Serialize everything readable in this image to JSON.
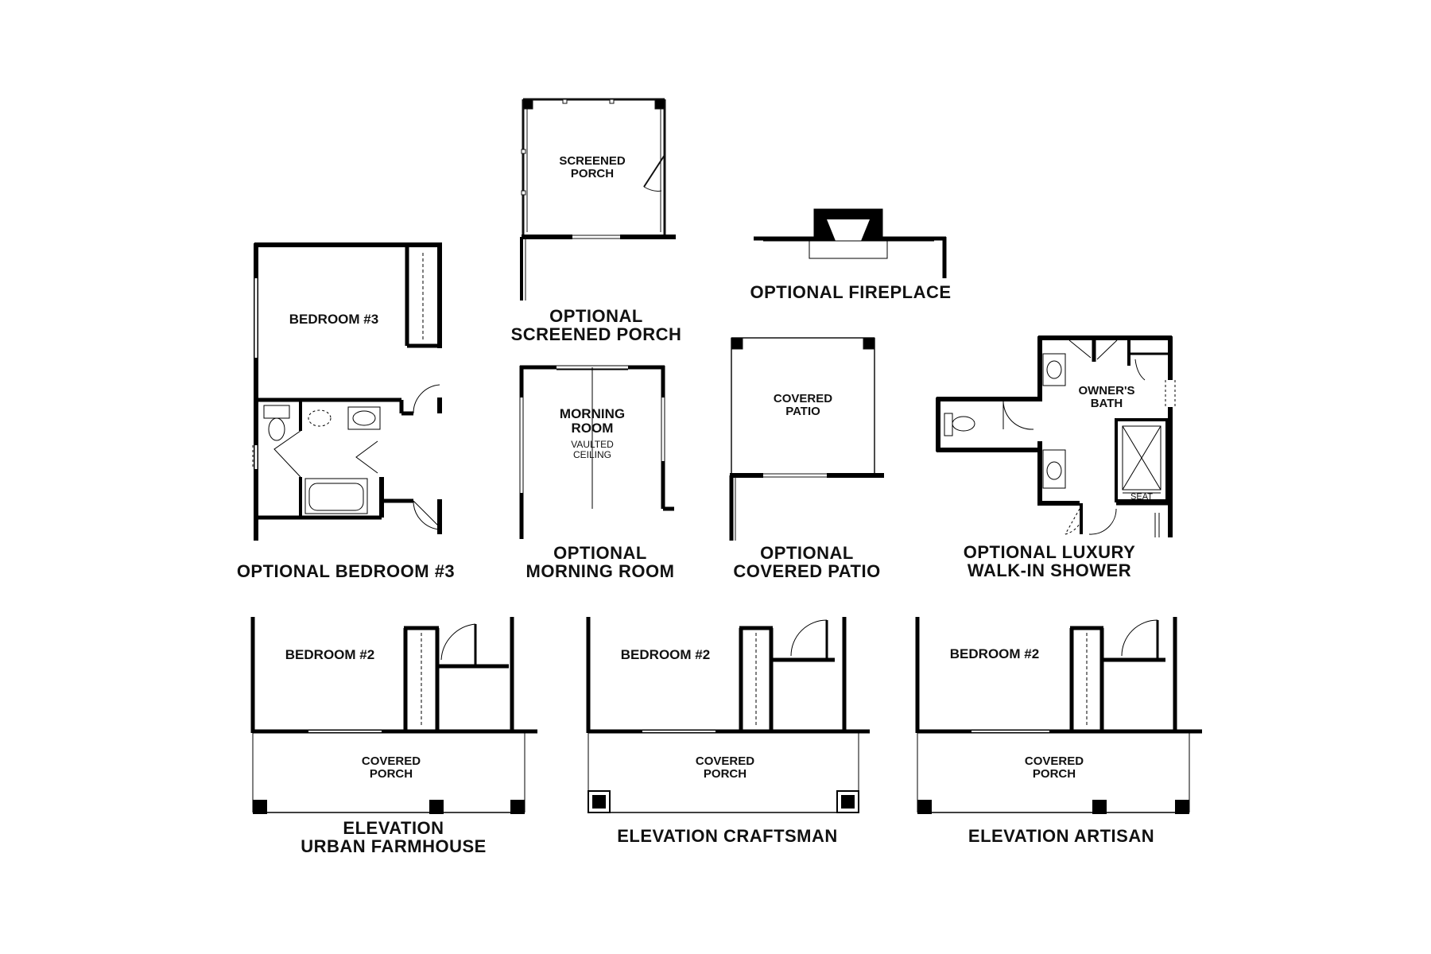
{
  "colors": {
    "wall": "#000000",
    "line": "#111111",
    "background": "#ffffff"
  },
  "screened_porch": {
    "room": [
      "SCREENED",
      "PORCH"
    ],
    "caption": [
      "OPTIONAL",
      "SCREENED PORCH"
    ]
  },
  "fireplace": {
    "caption": "OPTIONAL FIREPLACE"
  },
  "bedroom3": {
    "room": "BEDROOM #3",
    "caption": "OPTIONAL BEDROOM #3"
  },
  "morning_room": {
    "room": [
      "MORNING",
      "ROOM"
    ],
    "note": [
      "VAULTED",
      "CEILING"
    ],
    "caption": [
      "OPTIONAL",
      "MORNING ROOM"
    ]
  },
  "covered_patio": {
    "room": [
      "COVERED",
      "PATIO"
    ],
    "caption": [
      "OPTIONAL",
      "COVERED PATIO"
    ]
  },
  "luxury_shower": {
    "room": [
      "OWNER'S",
      "BATH"
    ],
    "seat": "SEAT",
    "caption": [
      "OPTIONAL LUXURY",
      "WALK-IN SHOWER"
    ]
  },
  "elevations": [
    {
      "bedroom": "BEDROOM #2",
      "porch": [
        "COVERED",
        "PORCH"
      ],
      "caption": [
        "ELEVATION",
        "URBAN FARMHOUSE"
      ]
    },
    {
      "bedroom": "BEDROOM #2",
      "porch": [
        "COVERED",
        "PORCH"
      ],
      "caption": [
        "ELEVATION CRAFTSMAN"
      ]
    },
    {
      "bedroom": "BEDROOM #2",
      "porch": [
        "COVERED",
        "PORCH"
      ],
      "caption": [
        "ELEVATION ARTISAN"
      ]
    }
  ]
}
